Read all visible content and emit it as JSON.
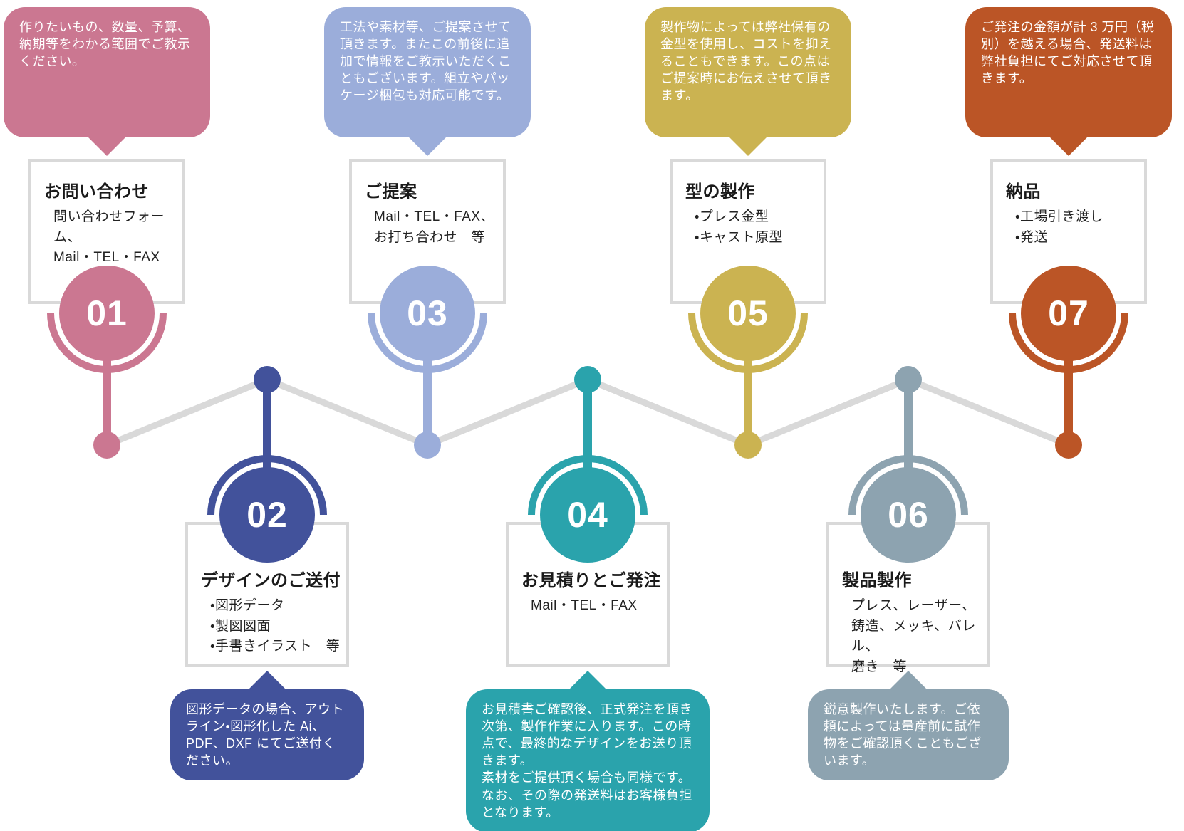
{
  "connector_color": "#d9d9d9",
  "steps": [
    {
      "number": "01",
      "color": "#cb7791",
      "row": "top",
      "title": "お問い合わせ",
      "details": [
        "問い合わせフォーム、",
        "Mail・TEL・FAX"
      ],
      "note": "作りたいもの、数量、予算、納期等をわかる範囲でご教示ください。"
    },
    {
      "number": "02",
      "color": "#42529b",
      "row": "bottom",
      "title": "デザインのご送付",
      "details": [
        "・図形データ",
        "・製図図面",
        "・手書きイラスト　等"
      ],
      "note": "図形データの場合、アウトライン・図形化した Ai、PDF、DXF にてご送付ください。"
    },
    {
      "number": "03",
      "color": "#9badda",
      "row": "top",
      "title": "ご提案",
      "details": [
        "Mail・TEL・FAX、",
        "お打ち合わせ　等"
      ],
      "note": "工法や素材等、ご提案させて頂きます。またこの前後に追加で情報をご教示いただくこともございます。組立やパッケージ梱包も対応可能です。"
    },
    {
      "number": "04",
      "color": "#2aa3ac",
      "row": "bottom",
      "title": "お見積りとご発注",
      "details": [
        "Mail・TEL・FAX"
      ],
      "note": "お見積書ご確認後、正式発注を頂き次第、製作作業に入ります。この時点で、最終的なデザインをお送り頂きます。\n素材をご提供頂く場合も同様です。\nなお、その際の発送料はお客様負担となります。"
    },
    {
      "number": "05",
      "color": "#cbb351",
      "row": "top",
      "title": "型の製作",
      "details": [
        "・プレス金型",
        "・キャスト原型"
      ],
      "note": "製作物によっては弊社保有の金型を使用し、コストを抑えることもできます。この点はご提案時にお伝えさせて頂きます。"
    },
    {
      "number": "06",
      "color": "#8da3b0",
      "row": "bottom",
      "title": "製品製作",
      "details": [
        "プレス、レーザー、",
        "鋳造、メッキ、バレル、",
        "磨き　等"
      ],
      "note": "鋭意製作いたします。ご依頼によっては量産前に試作物をご確認頂くこともございます。"
    },
    {
      "number": "07",
      "color": "#bb5526",
      "row": "top",
      "title": "納品",
      "details": [
        "・工場引き渡し",
        "・発送"
      ],
      "note": "ご発注の金額が計 3 万円（税別）を越える場合、発送料は弊社負担にてご対応させて頂きます。"
    }
  ]
}
